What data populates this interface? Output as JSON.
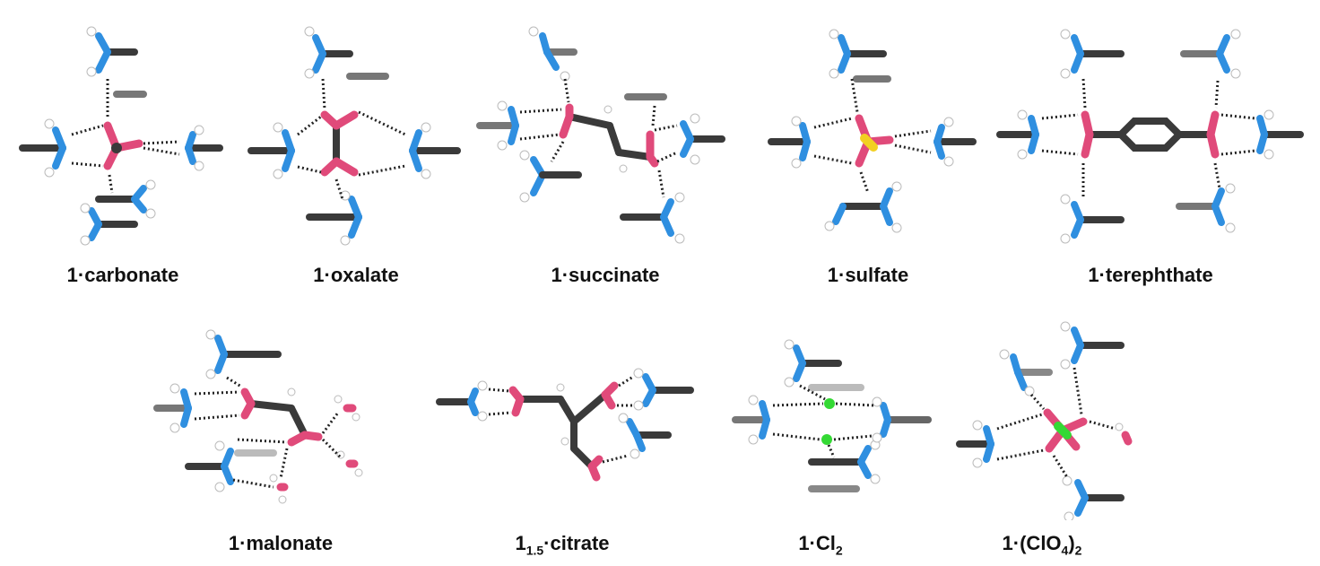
{
  "figure": {
    "panels": [
      {
        "id": "carbonate",
        "label_main": "1·carbonate"
      },
      {
        "id": "oxalate",
        "label_main": "1·oxalate"
      },
      {
        "id": "succinate",
        "label_main": "1·succinate"
      },
      {
        "id": "sulfate",
        "label_main": "1·sulfate"
      },
      {
        "id": "terephthate",
        "label_main": "1·terephthate"
      },
      {
        "id": "malonate",
        "label_main": "1·malonate"
      },
      {
        "id": "citrate",
        "label_prefix": "1",
        "label_sub": "1.5",
        "label_suffix": "·citrate"
      },
      {
        "id": "chloride",
        "label_prefix": "1·Cl",
        "label_sub": "2",
        "label_suffix": ""
      },
      {
        "id": "perchlorate",
        "label_prefix": "1·(ClO",
        "label_sub": "4",
        "label_suffix": ")",
        "label_sub2": "2"
      }
    ],
    "colors": {
      "carbon": "#3a3a3a",
      "nitrogen": "#2f8fe0",
      "hydrogen": "#ffffff",
      "oxygen": "#e04a7a",
      "sulfur": "#f2d021",
      "chlorine": "#34d934",
      "hbond": "#222222"
    }
  }
}
